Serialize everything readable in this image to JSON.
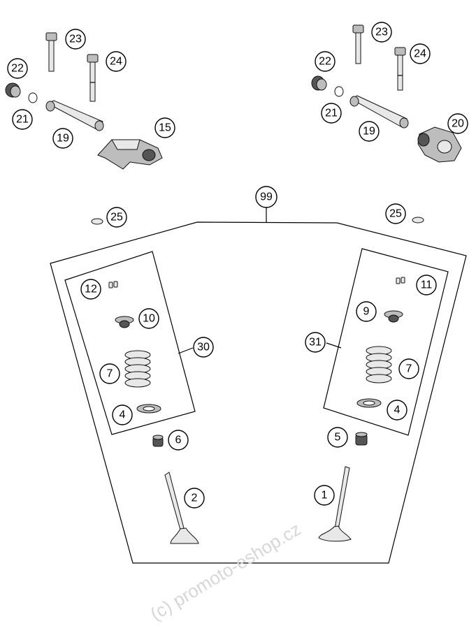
{
  "callouts": {
    "c23_left": "23",
    "c24_left": "24",
    "c22_left": "22",
    "c21_left": "21",
    "c19_left": "19",
    "c15": "15",
    "c23_right": "23",
    "c24_right": "24",
    "c22_right": "22",
    "c21_right": "21",
    "c19_right": "19",
    "c20": "20",
    "c99": "99",
    "c25_left": "25",
    "c25_right": "25",
    "c12": "12",
    "c10": "10",
    "c30": "30",
    "c7_left": "7",
    "c4_left": "4",
    "c6": "6",
    "c2": "2",
    "c11": "11",
    "c9": "9",
    "c31": "31",
    "c7_right": "7",
    "c4_right": "4",
    "c5": "5",
    "c1": "1"
  },
  "watermark": "(c) promoto-eshop.cz"
}
